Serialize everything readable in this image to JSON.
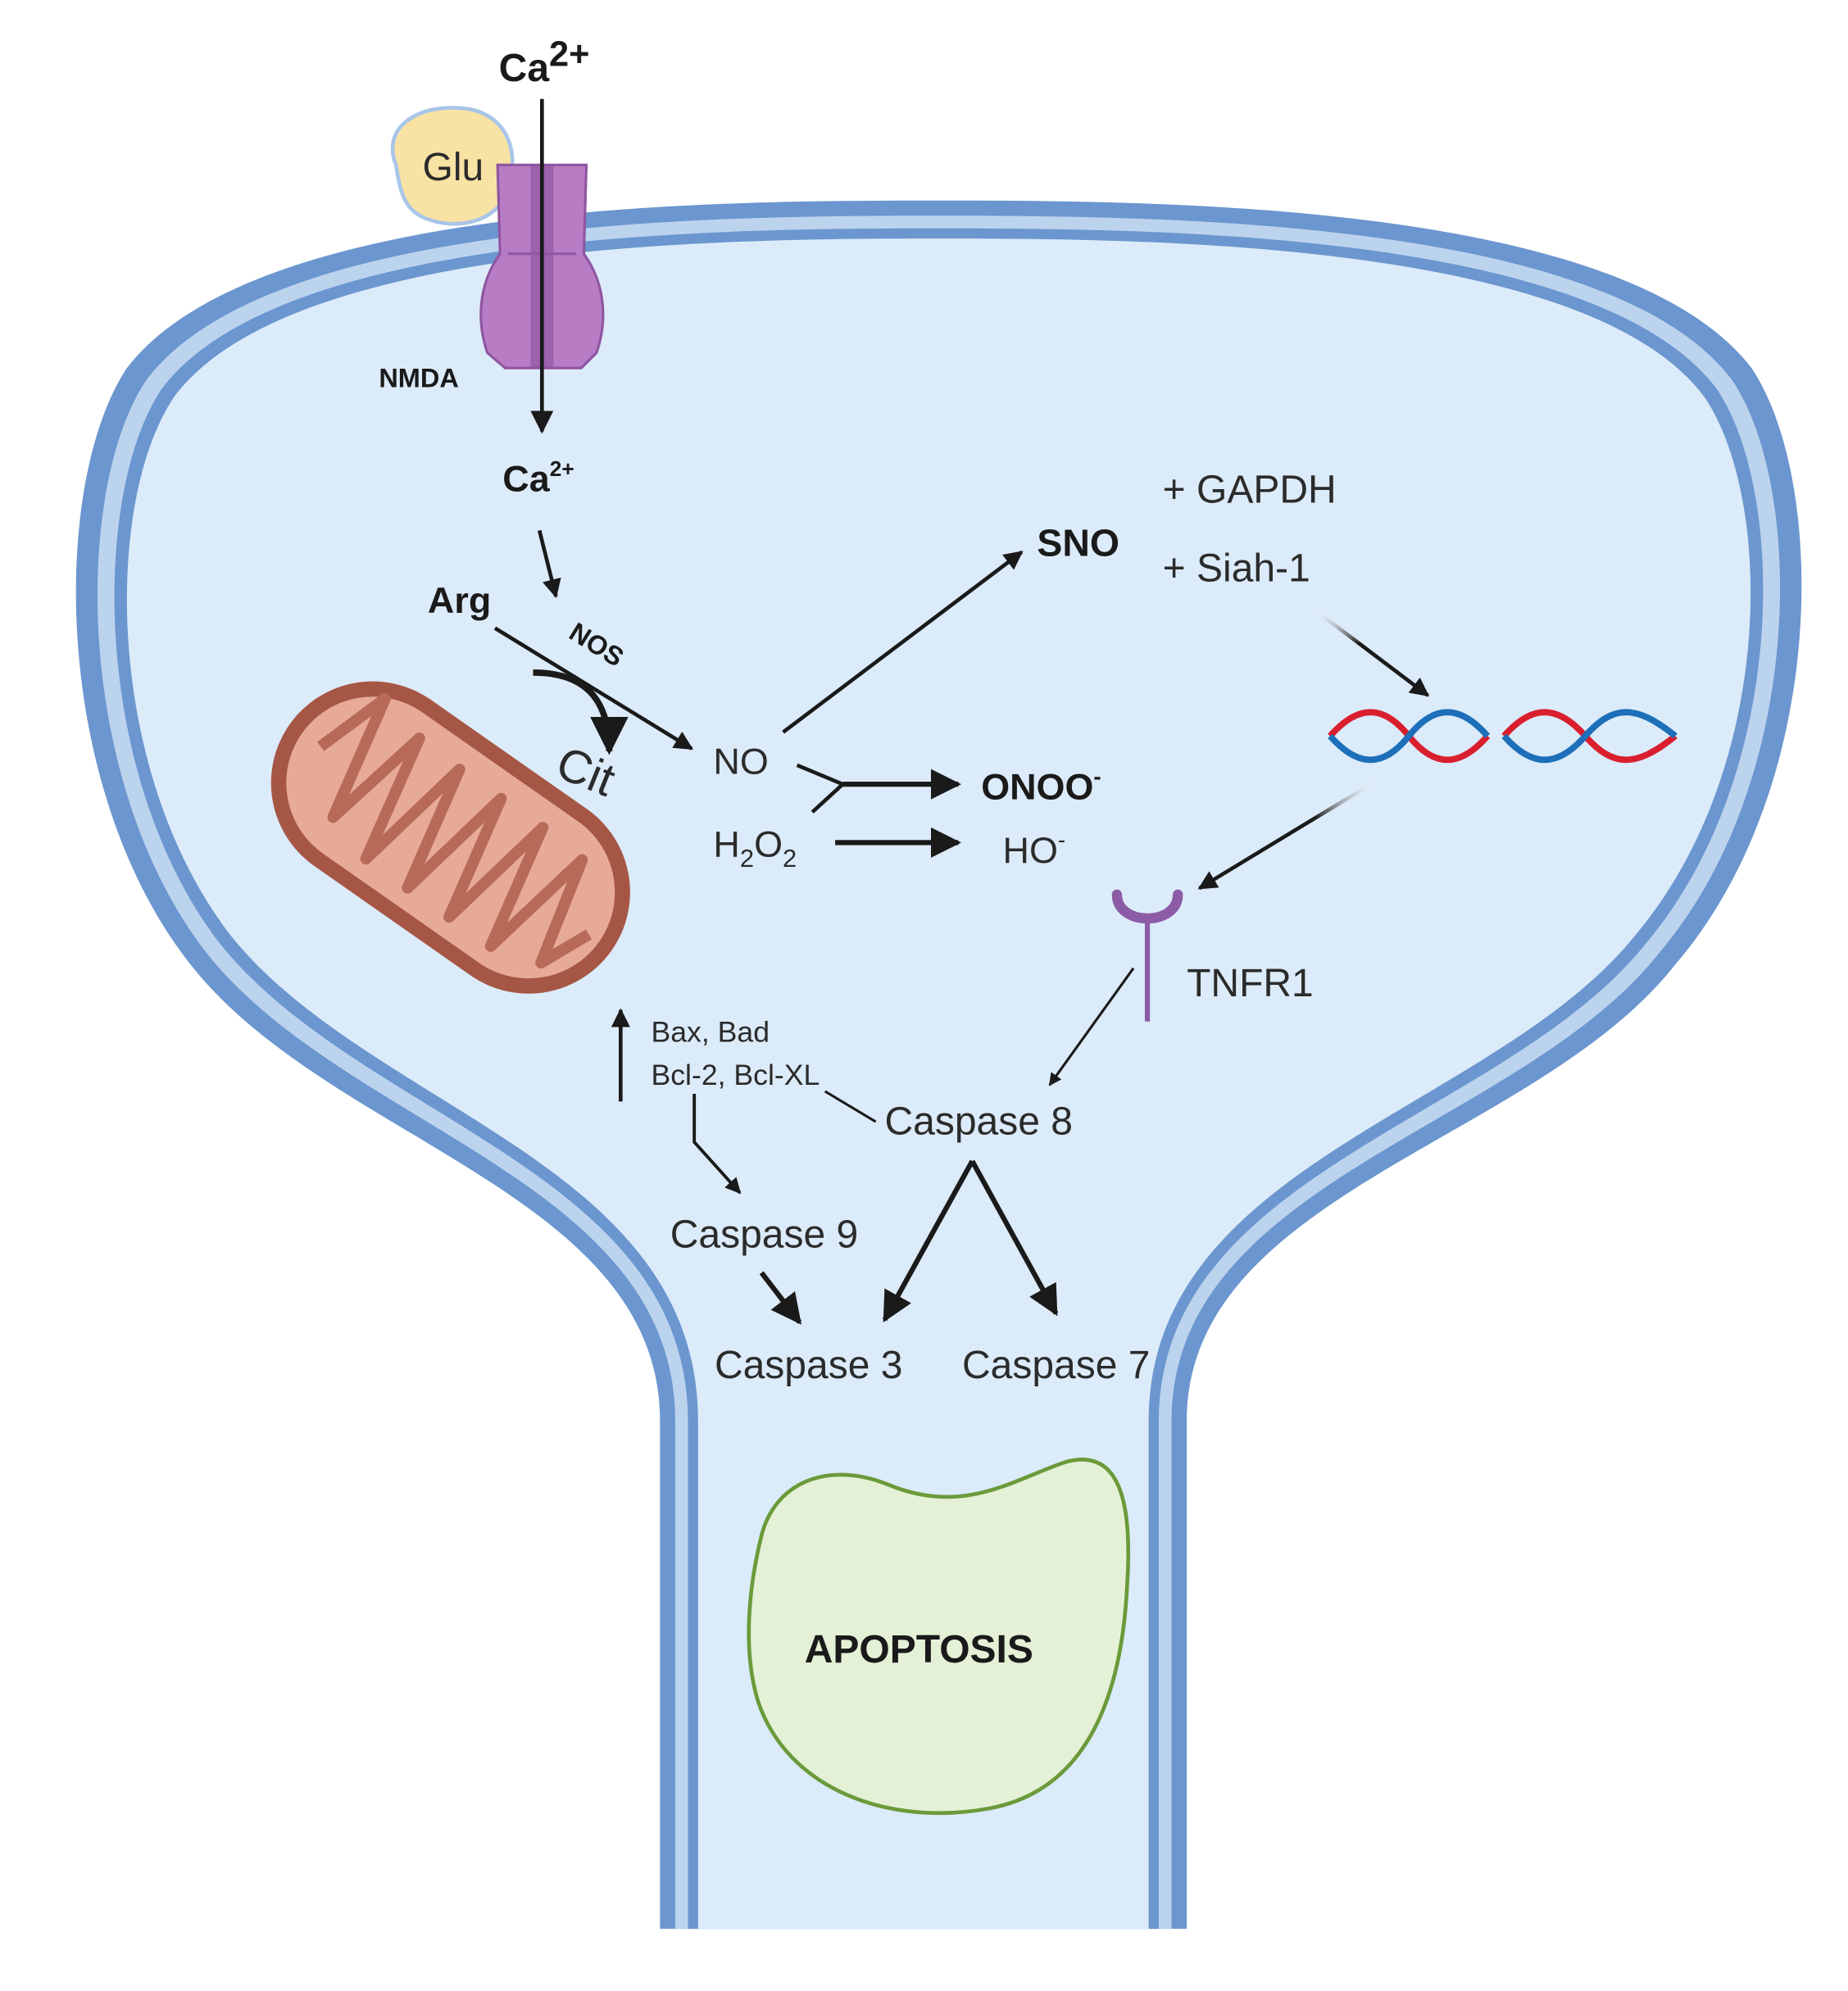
{
  "colors": {
    "membrane_outer": "#6b96cf",
    "membrane_inner": "#bcd3ee",
    "cytoplasm": "#dcebf9",
    "nmda_receptor": "#b77cc4",
    "glutamate": "#f8e3a4",
    "mitochondrion": "#b86a58",
    "apoptosis_fill": "#e4f1d6",
    "apoptosis_stroke": "#6b9a3a",
    "dna_red": "#d91f2e",
    "dna_blue": "#1c6fb8",
    "tnfr1": "#8b5ba6",
    "arrow": "#1a1a1a"
  },
  "labels": {
    "ca_out": "Ca",
    "ca_out_sup": "2+",
    "glu": "Glu",
    "nmda": "NMDA",
    "ca_in": "Ca",
    "ca_in_sup": "2+",
    "arg": "Arg",
    "nos": "NOS",
    "cit": "Cit",
    "no": "NO",
    "h2o2_h": "H",
    "h2o2_sub1": "2",
    "h2o2_o": "O",
    "h2o2_sub2": "2",
    "onoo": "ONOO",
    "onoo_sup": "-",
    "ho": "HO",
    "ho_sup": "-",
    "sno": "SNO",
    "gapdh": "+ GAPDH",
    "siah": "+ Siah-1",
    "tnfr1": "TNFR1",
    "bax_bad": "Bax, Bad",
    "bcl": "Bcl-2, Bcl-XL",
    "caspase8": "Caspase 8",
    "caspase9": "Caspase 9",
    "caspase3": "Caspase 3",
    "caspase7": "Caspase 7",
    "apoptosis": "APOPTOSIS"
  },
  "icons": [
    "nmda-receptor-icon",
    "glutamate-icon",
    "mitochondrion-icon",
    "dna-icon",
    "tnfr1-receptor-icon",
    "apoptotic-body-icon"
  ]
}
